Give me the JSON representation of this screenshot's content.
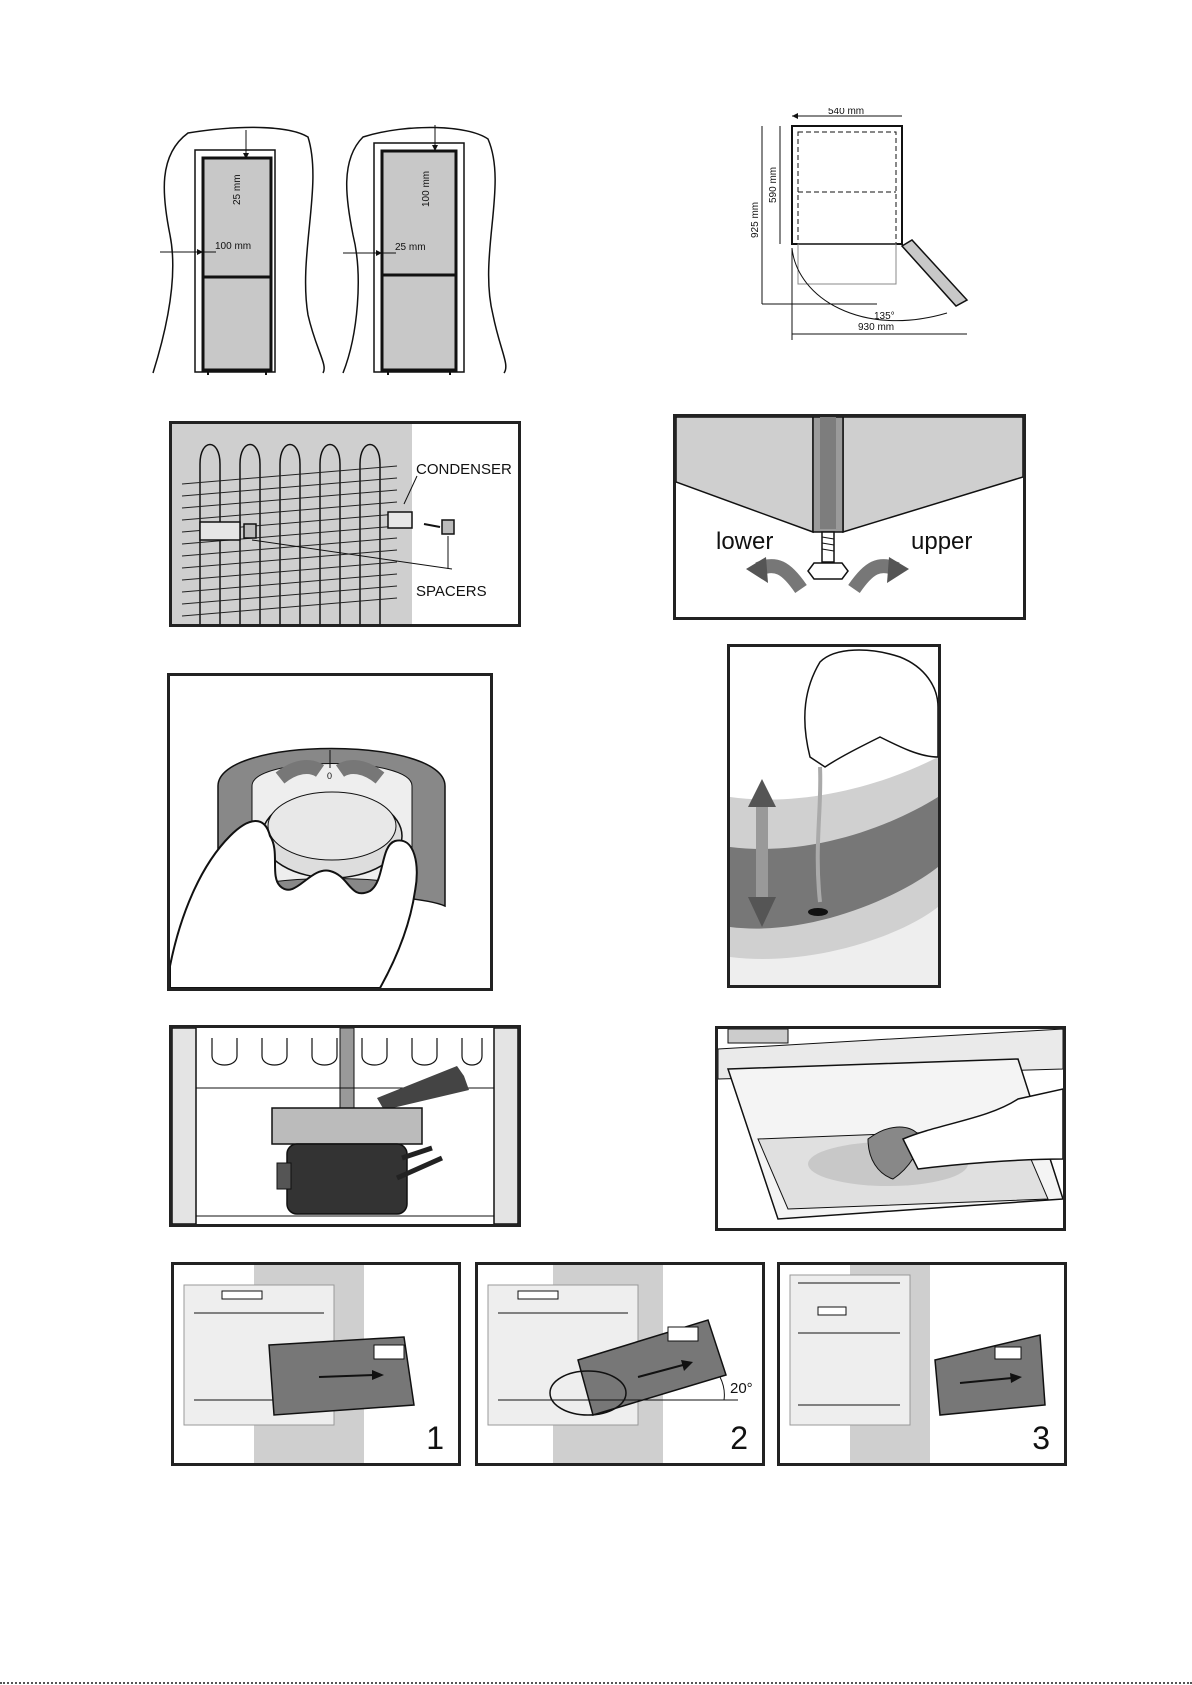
{
  "clearance": {
    "left": {
      "top_gap": "25 mm",
      "side_gap": "100 mm"
    },
    "right": {
      "top_gap": "100 mm",
      "side_gap": "25 mm"
    }
  },
  "door_plan": {
    "width": "540 mm",
    "depth": "590 mm",
    "total_depth": "925 mm",
    "angle": "135°",
    "open_width": "930 mm"
  },
  "condenser": {
    "condenser_label": "CONDENSER",
    "spacers_label": "SPACERS"
  },
  "leveling": {
    "lower_label": "lower",
    "upper_label": "upper"
  },
  "thermostat": {
    "dial_mark": "0"
  },
  "removal_steps": [
    {
      "number": "1"
    },
    {
      "number": "2",
      "angle": "20°"
    },
    {
      "number": "3"
    }
  ],
  "colors": {
    "line": "#111111",
    "panel_fill": "#c8c8c8",
    "dark_fill": "#555555"
  }
}
